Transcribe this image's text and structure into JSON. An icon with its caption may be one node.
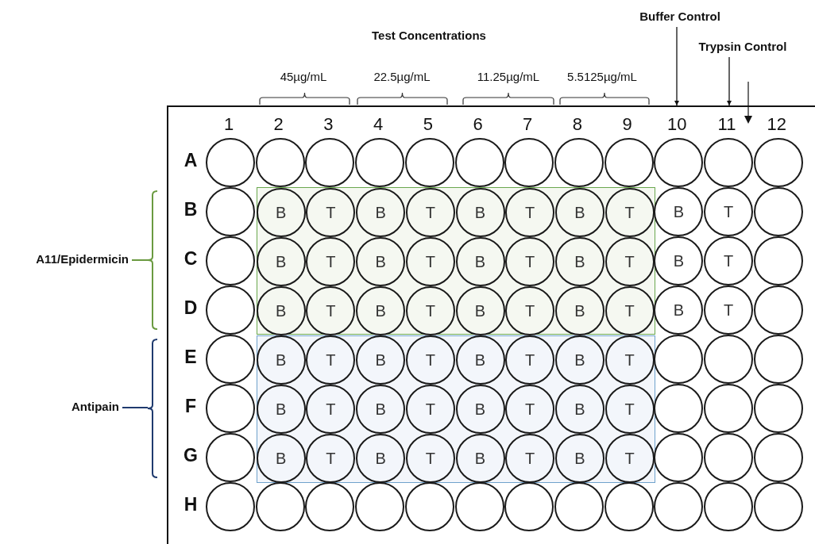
{
  "diagram": {
    "nodes": [
      {
        "text": [
          "Buffer Control"
        ]
      },
      {
        "text": [
          "Trypsin Control"
        ]
      },
      {
        "text": [],
        "shape": "box"
      },
      {
        "text": [
          "A11/Epidermicin"
        ]
      },
      {
        "text": [],
        "shape": "bracket"
      },
      {
        "text": [
          "Antipain"
        ]
      },
      {
        "text": [],
        "shape": "bracket"
      },
      {
        "text": [],
        "shape": "box",
        "in": 2
      },
      {
        "text": [],
        "shape": "box",
        "in": 2
      },
      {
        "text": [],
        "shape": "circle",
        "in": 2
      },
      {
        "text": [],
        "shape": "circle",
        "in": 2
      },
      {
        "text": [],
        "shape": "circle",
        "in": 2
      },
      {
        "text": [],
        "shape": "circle",
        "in": 2
      },
      {
        "text": [],
        "shape": "circle",
        "in": 2
      },
      {
        "text": [],
        "shape": "circle",
        "in": 2
      },
      {
        "text": [],
        "shape": "circle",
        "in": 2
      },
      {
        "text": [],
        "shape": "circle",
        "in": 2
      },
      {
        "text": [],
        "shape": "circle",
        "in": 2
      },
      {
        "text": [],
        "shape": "circle",
        "in": 2
      },
      {
        "text": [],
        "shape": "circle",
        "in": 2
      },
      {
        "text": [],
        "shape": "circle",
        "in": 2
      },
      {
        "text": [],
        "shape": "circle",
        "in": 2
      },
      {
        "text": [
          "B"
        ],
        "in": 7
      },
      {
        "text": [
          "T"
        ],
        "in": 7
      },
      {
        "text": [
          "B"
        ],
        "in": 7
      },
      {
        "text": [
          "T"
        ],
        "in": 7
      },
      {
        "text": [
          "B"
        ],
        "in": 7
      },
      {
        "text": [
          "T"
        ],
        "in": 7
      },
      {
        "text": [
          "B"
        ],
        "in": 7
      },
      {
        "text": [
          "T"
        ],
        "in": 7
      },
      {
        "text": [
          "B"
        ],
        "in": 2
      },
      {
        "text": [
          "T"
        ],
        "in": 2
      },
      {
        "text": [],
        "shape": "circle",
        "in": 2
      },
      {
        "text": [],
        "shape": "circle",
        "in": 2
      },
      {
        "text": [
          "B"
        ],
        "in": 7
      },
      {
        "text": [
          "T"
        ],
        "in": 7
      },
      {
        "text": [
          "B"
        ],
        "in": 7
      },
      {
        "text": [
          "T"
        ],
        "in": 7
      },
      {
        "text": [
          "B"
        ],
        "in": 7
      },
      {
        "text": [
          "T"
        ],
        "in": 7
      },
      {
        "text": [
          "B"
        ],
        "in": 7
      },
      {
        "text": [
          "T"
        ],
        "in": 7
      },
      {
        "text": [
          "B"
        ],
        "in": 2
      },
      {
        "text": [
          "T"
        ],
        "in": 2
      },
      {
        "text": [],
        "shape": "circle",
        "in": 2
      },
      {
        "text": [],
        "shape": "circle",
        "in": 2
      },
      {
        "text": [
          "B"
        ],
        "in": 7
      },
      {
        "text": [
          "T"
        ],
        "in": 7
      },
      {
        "text": [
          "B"
        ],
        "in": 7
      },
      {
        "text": [
          "T"
        ],
        "in": 7
      },
      {
        "text": [
          "B"
        ],
        "in": 7
      },
      {
        "text": [
          "T"
        ],
        "in": 7
      },
      {
        "text": [
          "B"
        ],
        "in": 7
      },
      {
        "text": [
          "T"
        ],
        "in": 7
      },
      {
        "text": [
          "B"
        ],
        "in": 2
      },
      {
        "text": [
          "T"
        ],
        "in": 2
      },
      {
        "text": [],
        "shape": "circle",
        "in": 2
      },
      {
        "text": [],
        "shape": "circle",
        "in": 2
      },
      {
        "text": [
          "B"
        ],
        "in": 8
      },
      {
        "text": [
          "T"
        ],
        "in": 8
      },
      {
        "text": [
          "B"
        ],
        "in": 8
      },
      {
        "text": [
          "T"
        ],
        "in": 8
      },
      {
        "text": [
          "B"
        ],
        "in": 8
      },
      {
        "text": [
          "T"
        ],
        "in": 8
      },
      {
        "text": [
          "B"
        ],
        "in": 8
      },
      {
        "text": [
          "T"
        ],
        "in": 8
      },
      {
        "text": [],
        "shape": "circle",
        "in": 2
      },
      {
        "text": [],
        "shape": "circle",
        "in": 2
      },
      {
        "text": [],
        "shape": "circle",
        "in": 2
      },
      {
        "text": [],
        "shape": "circle",
        "in": 2
      },
      {
        "text": [
          "B"
        ],
        "in": 8
      },
      {
        "text": [
          "T"
        ],
        "in": 8
      },
      {
        "text": [
          "B"
        ],
        "in": 8
      },
      {
        "text": [
          "T"
        ],
        "in": 8
      },
      {
        "text": [
          "B"
        ],
        "in": 8
      },
      {
        "text": [
          "T"
        ],
        "in": 8
      },
      {
        "text": [
          "B"
        ],
        "in": 8
      },
      {
        "text": [
          "T"
        ],
        "in": 8
      },
      {
        "text": [],
        "shape": "circle",
        "in": 2
      },
      {
        "text": [],
        "shape": "circle",
        "in": 2
      },
      {
        "text": [],
        "shape": "circle",
        "in": 2
      },
      {
        "text": [],
        "shape": "circle",
        "in": 2
      },
      {
        "text": [
          "B"
        ],
        "in": 8
      },
      {
        "text": [
          "T"
        ],
        "in": 8
      },
      {
        "text": [
          "B"
        ],
        "in": 8
      },
      {
        "text": [
          "T"
        ],
        "in": 8
      },
      {
        "text": [
          "B"
        ],
        "in": 8
      },
      {
        "text": [
          "T"
        ],
        "in": 8
      },
      {
        "text": [
          "B"
        ],
        "in": 8
      },
      {
        "text": [
          "T"
        ],
        "in": 8
      },
      {
        "text": [],
        "shape": "circle",
        "in": 2
      },
      {
        "text": [],
        "shape": "circle",
        "in": 2
      },
      {
        "text": [],
        "shape": "circle",
        "in": 2
      },
      {
        "text": [],
        "shape": "circle",
        "in": 2
      },
      {
        "text": [],
        "shape": "circle",
        "in": 2
      },
      {
        "text": [],
        "shape": "circle",
        "in": 2
      },
      {
        "text": [],
        "shape": "circle",
        "in": 2
      },
      {
        "text": [],
        "shape": "circle",
        "in": 2
      },
      {
        "text": [],
        "shape": "circle",
        "in": 2
      },
      {
        "text": [],
        "shape": "circle",
        "in": 2
      },
      {
        "text": [],
        "shape": "circle",
        "in": 2
      },
      {
        "text": [],
        "shape": "circle",
        "in": 2
      },
      {
        "text": [],
        "shape": "circle",
        "in": 2
      },
      {
        "text": [],
        "shape": "circle",
        "in": 2
      },
      {
        "text": [],
        "shape": "circle",
        "in": 2
      }
    ],
    "edges": [
      {
        "from": 0,
        "to": 2,
        "arrow": "to"
      },
      {
        "from": 1,
        "to": 2,
        "arrow": "to"
      },
      {
        "from": 3,
        "to": 4,
        "arrow": "none",
        "color": "#6a9a40"
      },
      {
        "from": 5,
        "to": 6,
        "arrow": "none",
        "color": "#1f3a6e"
      }
    ],
    "labels": [
      "Test Concentrations",
      "45µg/mL",
      "22.5µg/mL",
      "11.25µg/mL",
      "5.5125µg/mL",
      "1",
      "2",
      "3",
      "4",
      "5",
      "6",
      "7",
      "8",
      "9",
      "10",
      "11",
      "12",
      "A",
      "B",
      "C",
      "D",
      "E",
      "F",
      "G",
      "H"
    ]
  }
}
